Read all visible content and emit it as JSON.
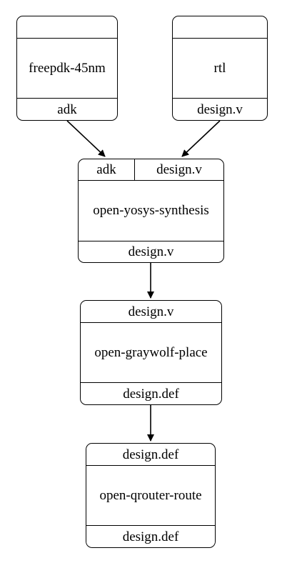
{
  "nodes": {
    "freepdk": {
      "name": "freepdk-45nm",
      "inputs": [],
      "outputs": [
        "adk"
      ]
    },
    "rtl": {
      "name": "rtl",
      "inputs": [],
      "outputs": [
        "design.v"
      ]
    },
    "yosys": {
      "name": "open-yosys-synthesis",
      "inputs": [
        "adk",
        "design.v"
      ],
      "outputs": [
        "design.v"
      ]
    },
    "graywolf": {
      "name": "open-graywolf-place",
      "inputs": [
        "design.v"
      ],
      "outputs": [
        "design.def"
      ]
    },
    "qrouter": {
      "name": "open-qrouter-route",
      "inputs": [
        "design.def"
      ],
      "outputs": [
        "design.def"
      ]
    }
  },
  "edges": [
    {
      "from": "freepdk-45nm",
      "from_port": "adk",
      "to": "open-yosys-synthesis",
      "to_port": "adk"
    },
    {
      "from": "rtl",
      "from_port": "design.v",
      "to": "open-yosys-synthesis",
      "to_port": "design.v"
    },
    {
      "from": "open-yosys-synthesis",
      "from_port": "design.v",
      "to": "open-graywolf-place",
      "to_port": "design.v"
    },
    {
      "from": "open-graywolf-place",
      "from_port": "design.def",
      "to": "open-qrouter-route",
      "to_port": "design.def"
    }
  ]
}
